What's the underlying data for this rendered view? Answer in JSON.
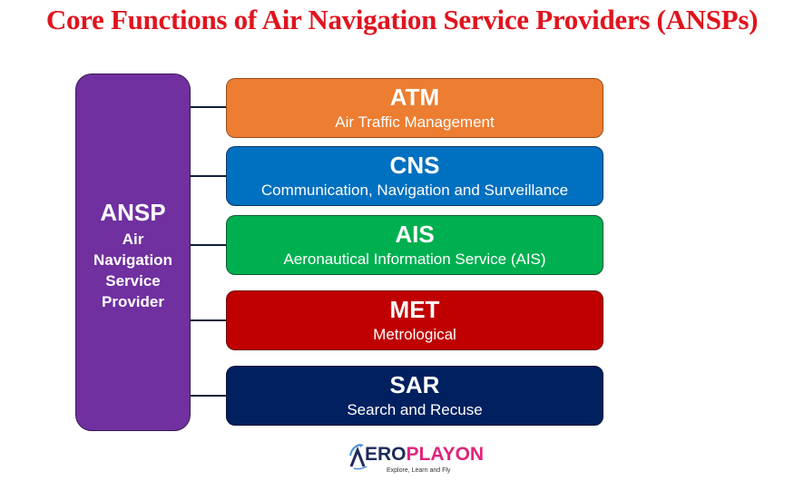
{
  "title": "Core Functions of Air Navigation Service Providers (ANSPs)",
  "root": {
    "abbr": "ANSP",
    "full_lines": [
      "Air",
      "Navigation",
      "Service",
      "Provider"
    ],
    "color": "#7030a0"
  },
  "functions": [
    {
      "abbr": "ATM",
      "full": "Air Traffic Management",
      "color": "#ed7d31"
    },
    {
      "abbr": "CNS",
      "full": "Communication, Navigation and Surveillance",
      "color": "#0070c0"
    },
    {
      "abbr": "AIS",
      "full": "Aeronautical Information Service (AIS)",
      "color": "#00b050"
    },
    {
      "abbr": "MET",
      "full": "Metrological",
      "color": "#c00000"
    },
    {
      "abbr": "SAR",
      "full": "Search and Recuse",
      "color": "#002060"
    }
  ],
  "logo": {
    "word_part1": "ERO",
    "word_part2": "PLAYON",
    "tagline": "Explore, Learn and Fly"
  }
}
